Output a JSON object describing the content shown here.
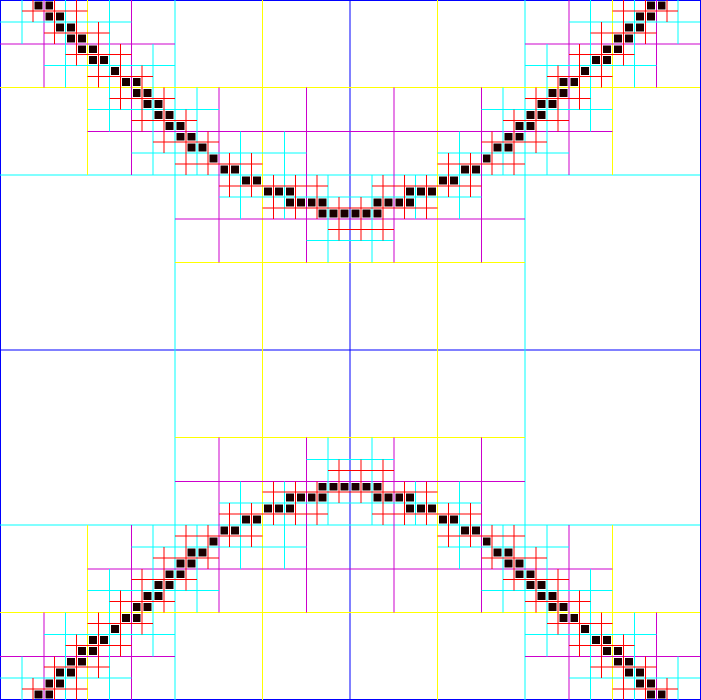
{
  "figure": {
    "kind": "adaptive quadtree mesh",
    "refinement_levels": [
      "blue",
      "cyan",
      "yellow",
      "magenta",
      "cyan",
      "red"
    ],
    "colors": {
      "background": "#ffffff",
      "level_1": "#0000ff",
      "level_2": "#00ffff",
      "level_3": "#ffff00",
      "level_4": "#cc00cc",
      "level_5": "#00ffff",
      "level_6": "#ff0000",
      "interface_cell": "#1a0000"
    },
    "interface_curves": [
      "upper",
      "lower"
    ]
  }
}
